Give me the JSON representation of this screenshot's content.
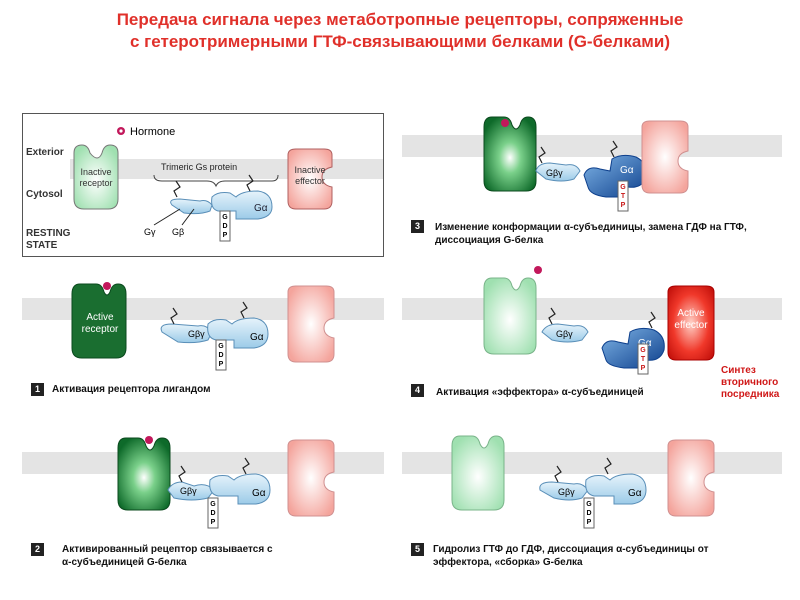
{
  "title_line1": "Передача сигнала через метаботропные рецепторы, сопряженные",
  "title_line2": "с гетеротримерными ГТФ-связывающими белками (G-белками)",
  "resting": {
    "hormone": "Hormone",
    "exterior": "Exterior",
    "cytosol": "Cytosol",
    "state1": "RESTING",
    "state2": "STATE",
    "receptor1": "Inactive",
    "receptor2": "receptor",
    "gprotein": "Trimeric Gs protein",
    "effector1": "Inactive",
    "effector2": "effector",
    "galpha": "Gα",
    "gbeta": "Gβ",
    "ggamma": "Gγ",
    "gdp": "GDP"
  },
  "panel1": {
    "receptor1": "Active",
    "receptor2": "receptor",
    "gbg": "Gβγ",
    "galpha": "Gα",
    "gdp": "GDP",
    "num": "1",
    "caption": "Активация рецептора лигандом"
  },
  "panel2": {
    "gbg": "Gβγ",
    "galpha": "Gα",
    "gdp": "GDP",
    "num": "2",
    "caption1": "Активированный   рецептор связывается с",
    "caption2": "α-субъединицей  G-белка"
  },
  "panel3": {
    "gbg": "Gβγ",
    "galpha": "Gα",
    "gtp": "GTP",
    "num": "3",
    "caption1": "Изменение конформации  α-субъединицы,  замена ГДФ на ГТФ,",
    "caption2": "диссоциация  G-белка"
  },
  "panel4": {
    "gbg": "Gβγ",
    "galpha": "Gα",
    "gtp": "GTP",
    "effector1": "Active",
    "effector2": "effector",
    "num": "4",
    "caption": "Активация «эффектора»   α-субъединицей",
    "note1": "Синтез",
    "note2": "вторичного",
    "note3": "посредника"
  },
  "panel5": {
    "gbg": "Gβγ",
    "galpha": "Gα",
    "gdp": "GDP",
    "num": "5",
    "caption1": "Гидролиз  ГТФ до ГДФ, диссоциация   α-субъединицы   от",
    "caption2": "эффектора, «сборка»  G-белка"
  },
  "colors": {
    "title": "#e0302a",
    "membrane": "#e4e4e4",
    "green_dark": "#1f7a35",
    "green_light": "#b8ebc4",
    "blue_light": "#b9dbf0",
    "blue_dark": "#1559a8",
    "effector_pale": "#f7b8b2",
    "effector_active": "#e8251b",
    "hormone": "#c2185b"
  }
}
